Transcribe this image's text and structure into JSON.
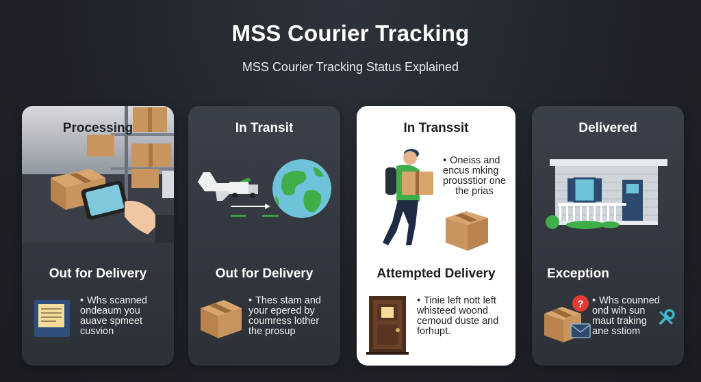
{
  "header": {
    "title": "MSS Courier Tracking",
    "subtitle": "MSS Courier Tracking Status Explained"
  },
  "cards": [
    {
      "top_heading": "Processing",
      "bottom_heading": "Out for Delivery",
      "bullet_lines": [
        "Whs scanned",
        "ondeaum you",
        "auave spmeet",
        "cusvion"
      ],
      "icons": [
        "boxes-shelf-icon",
        "tablet-scan-icon",
        "clipboard-icon"
      ]
    },
    {
      "top_heading": "In Transit",
      "bottom_heading": "Out for Delivery",
      "bullet_lines": [
        "Thes stam and",
        "your epered by",
        "coumress lother",
        "the prosup"
      ],
      "icons": [
        "airplane-icon",
        "truck-icon",
        "globe-icon",
        "box-icon"
      ]
    },
    {
      "top_heading": "In Transsit",
      "bottom_heading": "Attempted Delivery",
      "top_bullet_lines": [
        "Oneiss and",
        "encus mking",
        "prousstior one",
        "the prias"
      ],
      "bullet_lines": [
        "Tinie left nott left",
        "whisteed woond",
        "cemoud duste and",
        "forhupt."
      ],
      "icons": [
        "courier-person-icon",
        "box-icon",
        "door-icon"
      ]
    },
    {
      "top_heading": "Delivered",
      "bottom_heading": "Exception",
      "bullet_lines": [
        "Whs counned",
        "ond wih sun",
        "maut traking",
        "ane sstiom"
      ],
      "icons": [
        "house-icon",
        "question-icon",
        "box-icon",
        "envelope-icon",
        "wrench-icon"
      ]
    }
  ],
  "colors": {
    "background": "#1f2329",
    "card_dark": "#33373f",
    "card_light": "#ffffff",
    "accent_green": "#3fae49",
    "box_brown": "#c9955e"
  }
}
